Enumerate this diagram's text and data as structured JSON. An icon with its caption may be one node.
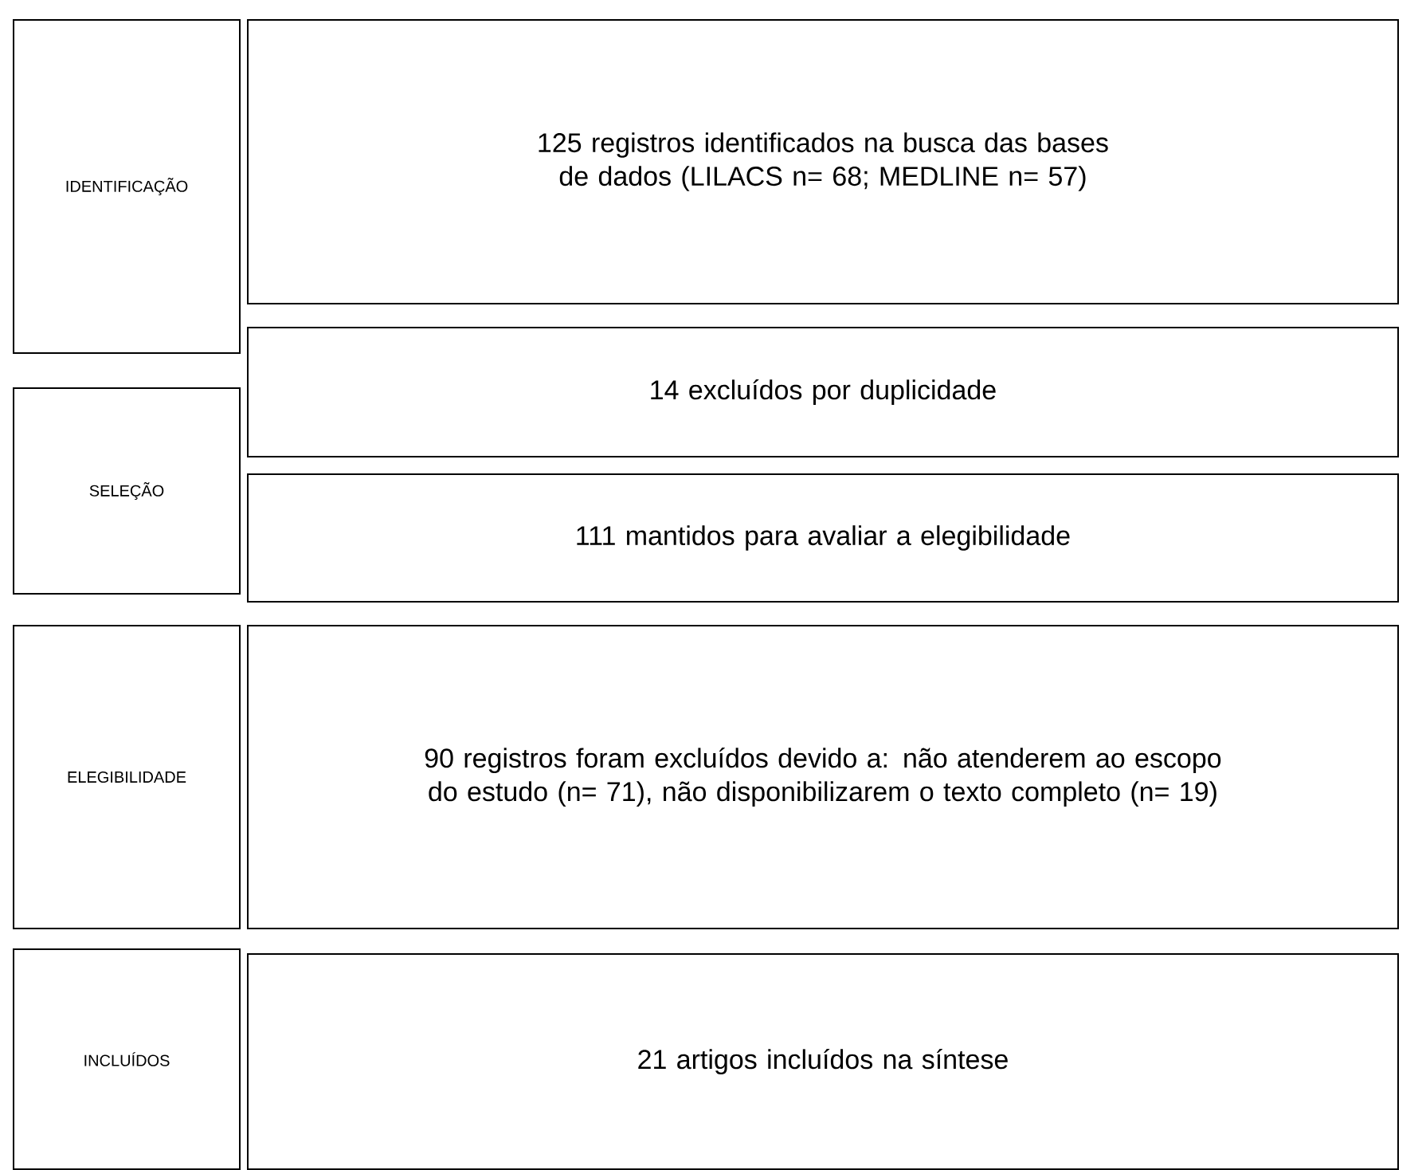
{
  "diagram": {
    "nodes": [
      {
        "text": [
          "IDENTIFICAÇÃO"
        ]
      },
      {
        "text": [
          "125 registros identificados na busca das bases de dados (LILACS n= 68; MEDLINE n= 57)"
        ]
      },
      {
        "text": [
          "SELEÇÃO"
        ]
      },
      {
        "text": [
          "14 excluídos por duplicidade"
        ]
      },
      {
        "text": [
          "111 mantidos para avaliar a elegibilidade"
        ]
      },
      {
        "text": [
          "ELEGIBILIDADE"
        ]
      },
      {
        "text": [
          "90 registros foram excluídos devido a: não atenderem ao escopo do estudo (n= 71), não disponibilizarem o texto completo (n= 19)"
        ]
      },
      {
        "text": [
          "INCLUÍDOS"
        ]
      },
      {
        "text": [
          "21 artigos incluídos na síntese"
        ]
      }
    ]
  }
}
